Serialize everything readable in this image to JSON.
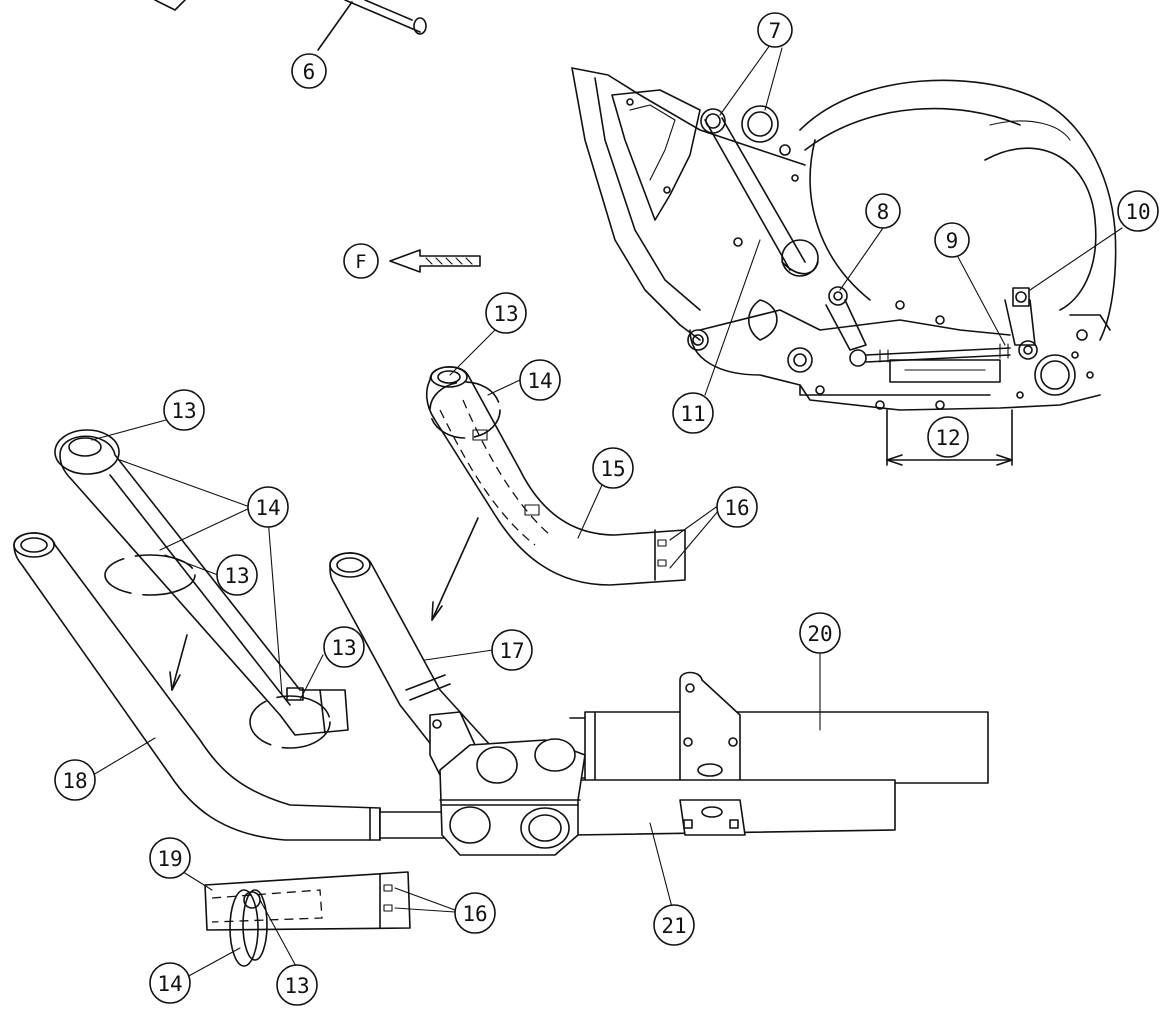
{
  "diagram": {
    "callouts": [
      {
        "id": "c6",
        "label": "6"
      },
      {
        "id": "c7",
        "label": "7"
      },
      {
        "id": "c8",
        "label": "8"
      },
      {
        "id": "c9",
        "label": "9"
      },
      {
        "id": "c10",
        "label": "10"
      },
      {
        "id": "c11",
        "label": "11"
      },
      {
        "id": "c12",
        "label": "12"
      },
      {
        "id": "c13a",
        "label": "13"
      },
      {
        "id": "c13b",
        "label": "13"
      },
      {
        "id": "c13c",
        "label": "13"
      },
      {
        "id": "c13d",
        "label": "13"
      },
      {
        "id": "c13e",
        "label": "13"
      },
      {
        "id": "c14a",
        "label": "14"
      },
      {
        "id": "c14b",
        "label": "14"
      },
      {
        "id": "c14c",
        "label": "14"
      },
      {
        "id": "c15",
        "label": "15"
      },
      {
        "id": "c16a",
        "label": "16"
      },
      {
        "id": "c16b",
        "label": "16"
      },
      {
        "id": "c17",
        "label": "17"
      },
      {
        "id": "c18",
        "label": "18"
      },
      {
        "id": "c19",
        "label": "19"
      },
      {
        "id": "c20",
        "label": "20"
      },
      {
        "id": "c21",
        "label": "21"
      }
    ],
    "front_indicator": {
      "label": "F"
    }
  }
}
